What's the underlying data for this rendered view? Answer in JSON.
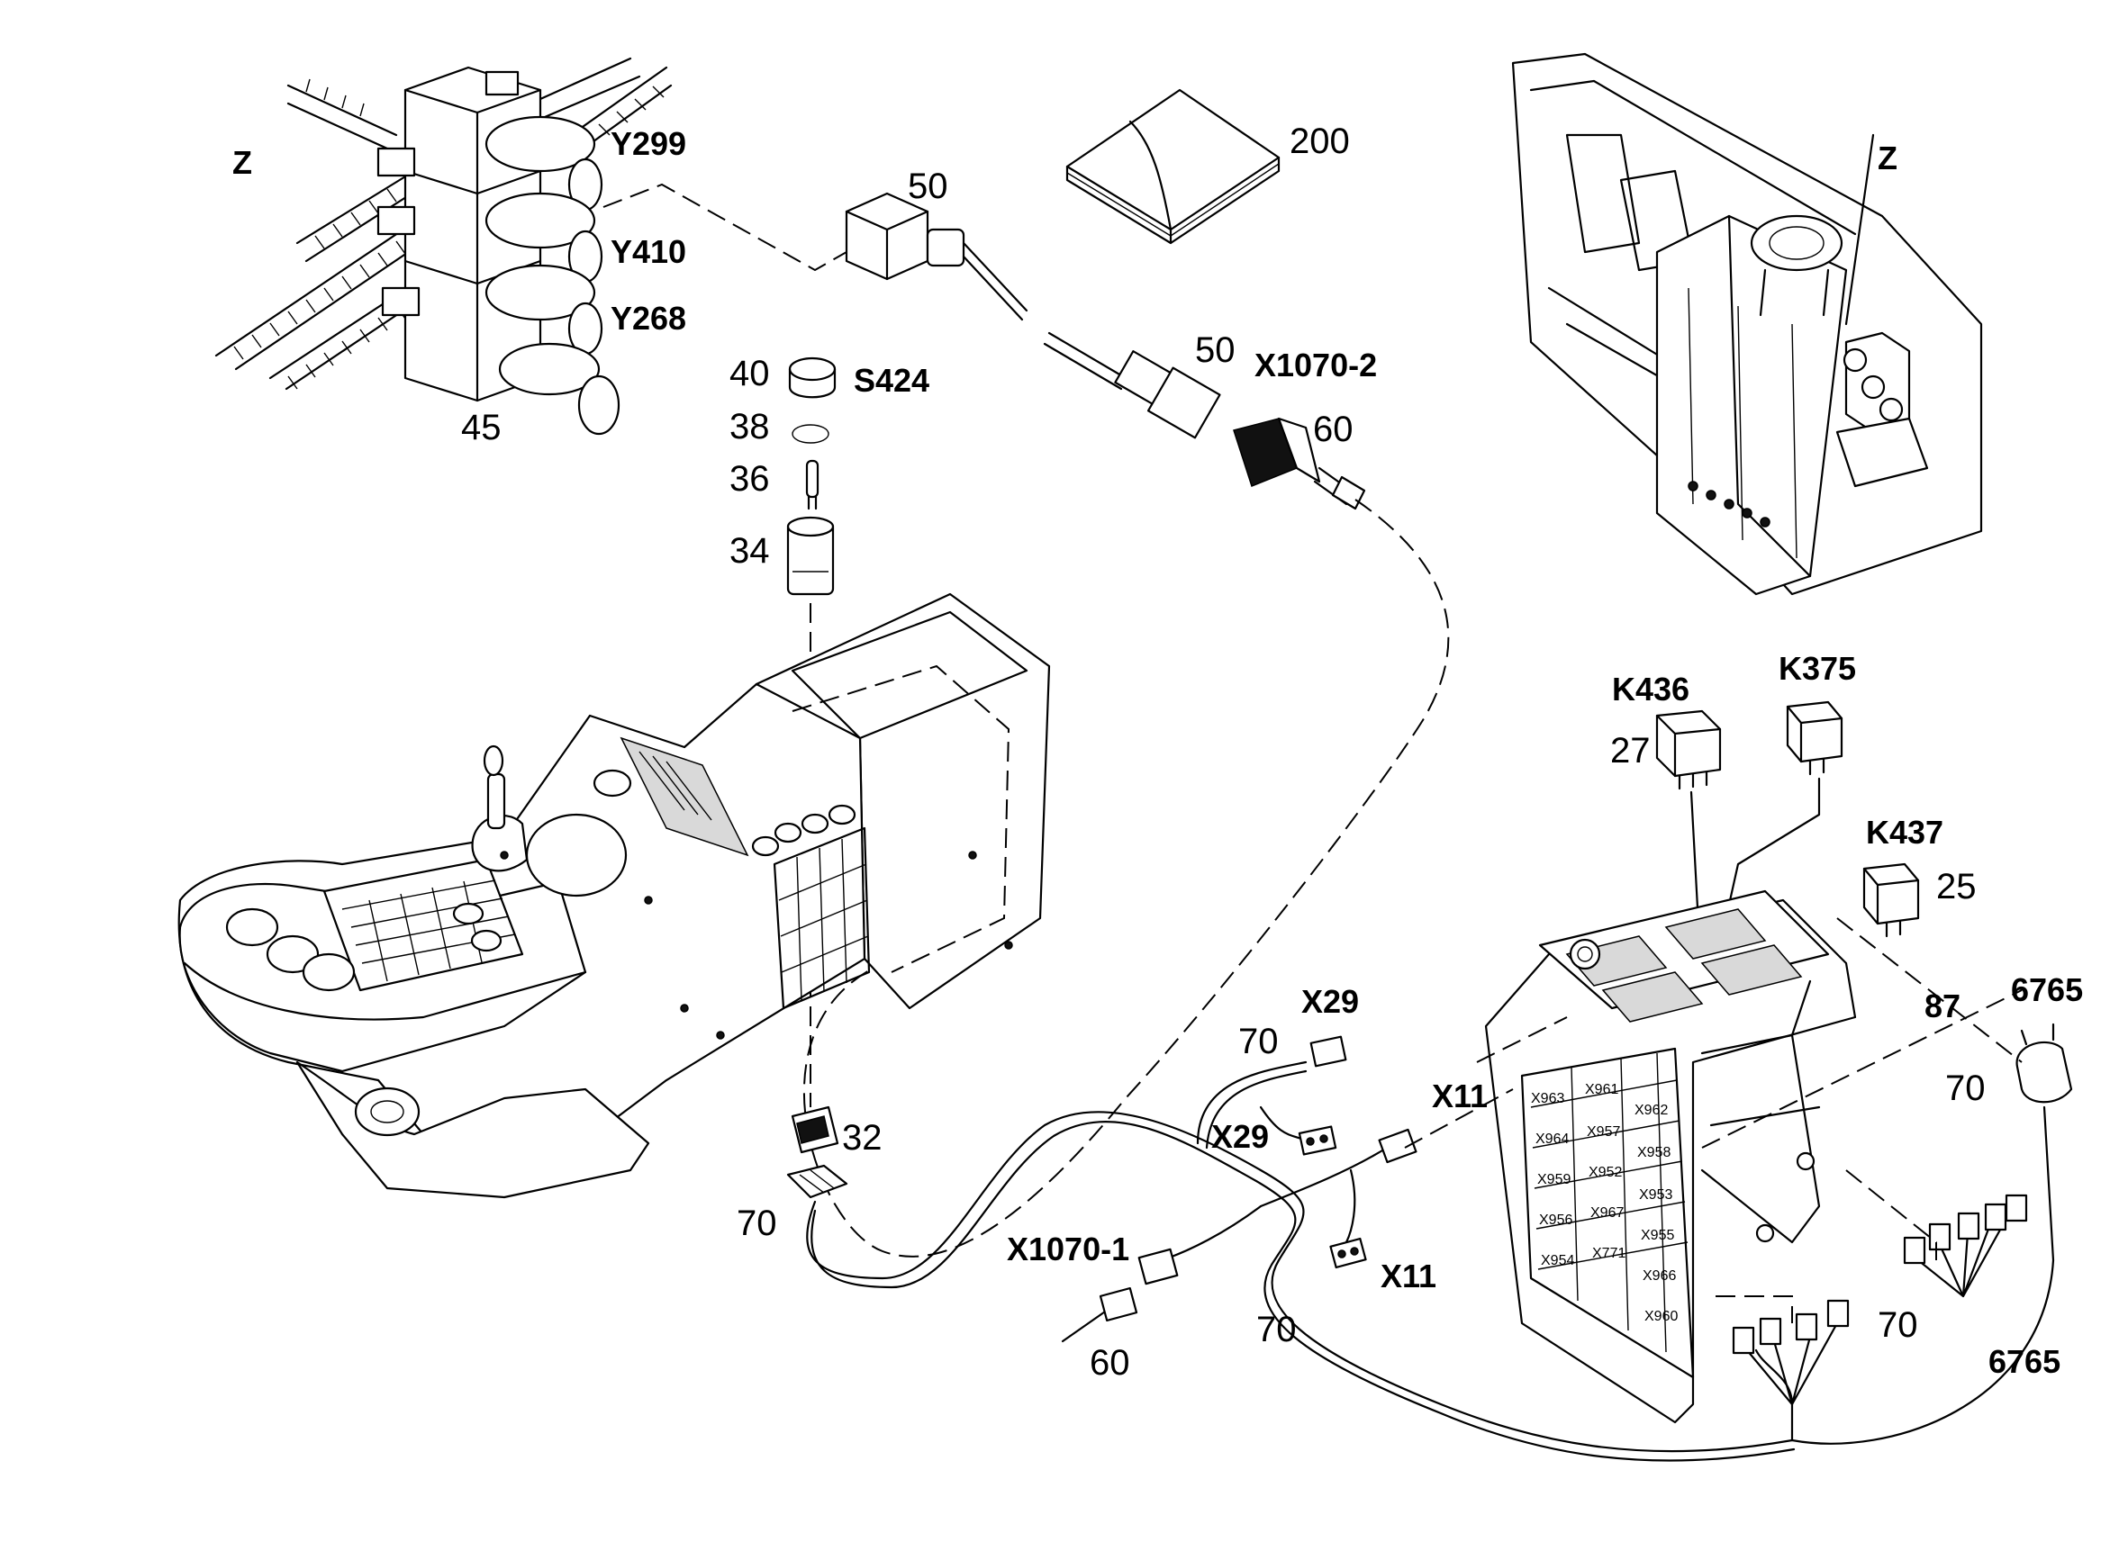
{
  "callouts": {
    "z_left": "Z",
    "z_right": "Z",
    "y299": "Y299",
    "y410": "Y410",
    "y268": "Y268",
    "n45": "45",
    "n50_a": "50",
    "n50_b": "50",
    "n200": "200",
    "x1070_2": "X1070-2",
    "n60_a": "60",
    "n40": "40",
    "s424": "S424",
    "n38": "38",
    "n36": "36",
    "n34": "34",
    "n32": "32",
    "n70_a": "70",
    "k436": "K436",
    "k375": "K375",
    "n27": "27",
    "k437": "K437",
    "n25": "25",
    "n87": "87",
    "n6765_a": "6765",
    "n70_b": "70",
    "x29_a": "X29",
    "n70_c": "70",
    "x29_b": "X29",
    "x11_a": "X11",
    "x11_b": "X11",
    "x1070_1": "X1070-1",
    "n60_b": "60",
    "n70_d": "70",
    "n70_e": "70",
    "n6765_b": "6765"
  },
  "fuse_box_slots": [
    "X963",
    "X961",
    "X962",
    "X964",
    "X957",
    "X958",
    "X959",
    "X952",
    "X953",
    "X956",
    "X967",
    "X955",
    "X954",
    "X771",
    "X966",
    "X960"
  ]
}
